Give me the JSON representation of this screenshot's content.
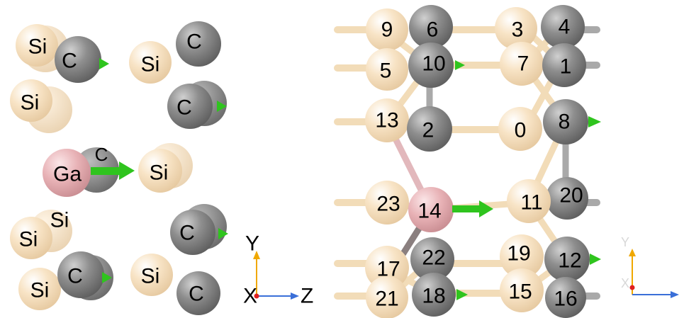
{
  "colors": {
    "si": "#f6deba",
    "c": "#868686",
    "ga": "#e8b0b4",
    "bond_si": "#f2dcb8",
    "bond_c": "#a9a9a9",
    "bond_ga": "#e2b8bc",
    "arrow": "#2fc41e",
    "axis_y": "#f0a800",
    "axis_z": "#3a6fd8",
    "origin": "#e02020"
  },
  "left_panel": {
    "atoms": [
      {
        "element": "si",
        "label": "Si"
      },
      {
        "element": "c",
        "label": "C"
      },
      {
        "element": "si",
        "label": "Si"
      },
      {
        "element": "si",
        "label": "Si"
      },
      {
        "element": "c",
        "label": "C"
      },
      {
        "element": "c",
        "label": "C"
      },
      {
        "element": "ga",
        "label": "Ga"
      },
      {
        "element": "c",
        "label": "C"
      },
      {
        "element": "si",
        "label": "Si"
      },
      {
        "element": "si",
        "label": "Si"
      },
      {
        "element": "si",
        "label": "Si"
      },
      {
        "element": "c",
        "label": "C"
      },
      {
        "element": "si",
        "label": "Si"
      },
      {
        "element": "c",
        "label": "C"
      },
      {
        "element": "si",
        "label": "Si"
      },
      {
        "element": "c",
        "label": "C"
      }
    ],
    "axes": {
      "y": "Y",
      "x": "X",
      "z": "Z"
    }
  },
  "right_panel": {
    "atoms": [
      {
        "element": "si",
        "label": "9"
      },
      {
        "element": "c",
        "label": "6"
      },
      {
        "element": "si",
        "label": "3"
      },
      {
        "element": "c",
        "label": "4"
      },
      {
        "element": "si",
        "label": "5"
      },
      {
        "element": "c",
        "label": "10"
      },
      {
        "element": "si",
        "label": "7"
      },
      {
        "element": "c",
        "label": "1"
      },
      {
        "element": "si",
        "label": "13"
      },
      {
        "element": "c",
        "label": "2"
      },
      {
        "element": "si",
        "label": "0"
      },
      {
        "element": "c",
        "label": "8"
      },
      {
        "element": "si",
        "label": "23"
      },
      {
        "element": "ga",
        "label": "14"
      },
      {
        "element": "si",
        "label": "11"
      },
      {
        "element": "c",
        "label": "20"
      },
      {
        "element": "si",
        "label": "17"
      },
      {
        "element": "c",
        "label": "22"
      },
      {
        "element": "si",
        "label": "19"
      },
      {
        "element": "c",
        "label": "12"
      },
      {
        "element": "si",
        "label": "21"
      },
      {
        "element": "c",
        "label": "18"
      },
      {
        "element": "si",
        "label": "15"
      },
      {
        "element": "c",
        "label": "16"
      }
    ],
    "axes": {
      "y": "Y",
      "x": "X"
    }
  }
}
